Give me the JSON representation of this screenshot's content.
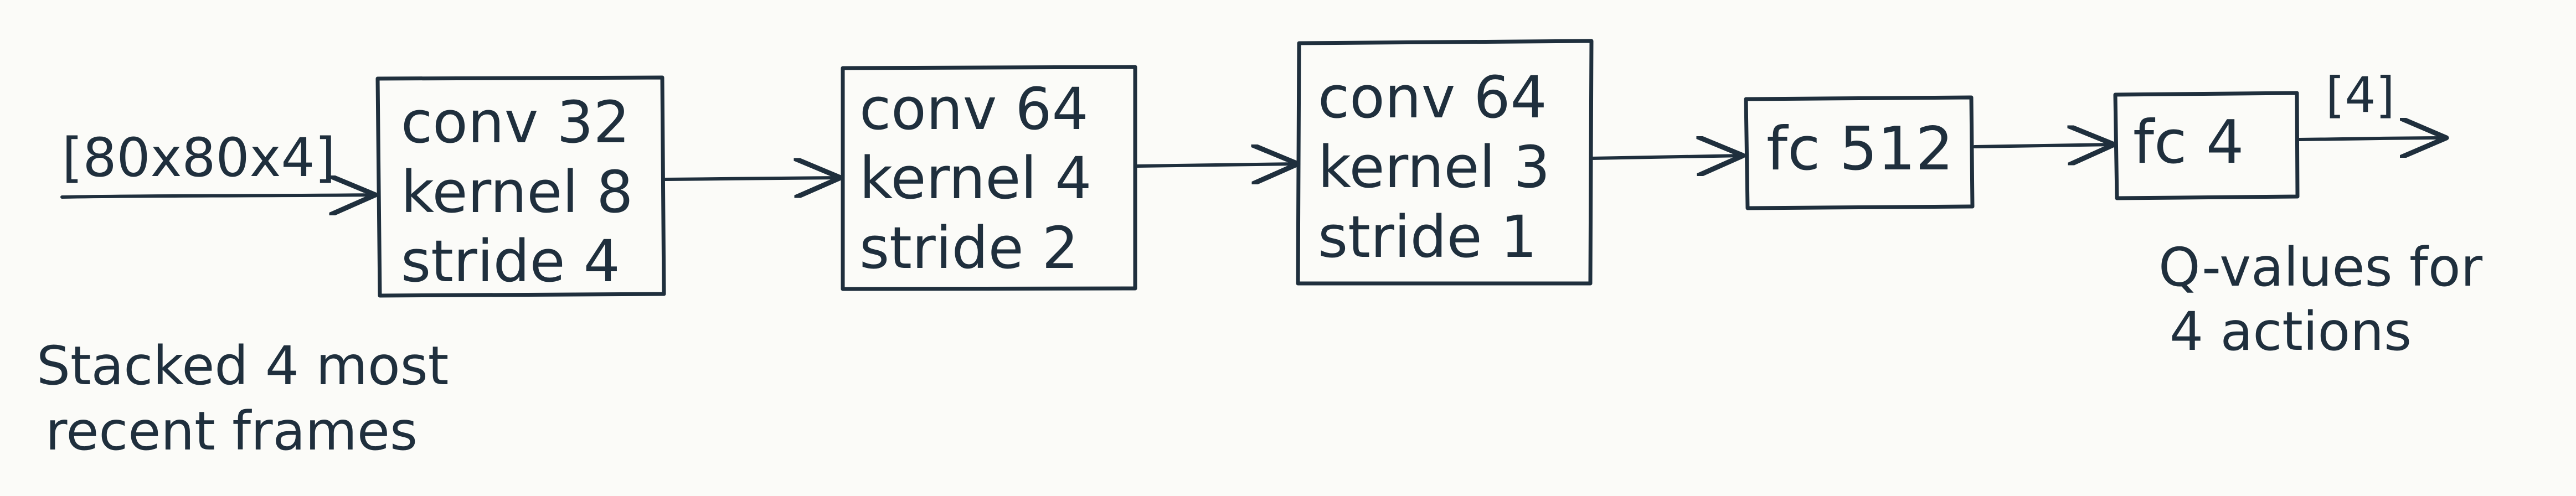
{
  "diagram": {
    "input": {
      "shape_label": "[80x80x4]",
      "note_line_1": "Stacked 4 most",
      "note_line_2": "recent frames"
    },
    "blocks": [
      {
        "lines": [
          "conv 32",
          "kernel 8",
          "stride 4"
        ]
      },
      {
        "lines": [
          "conv 64",
          "kernel 4",
          "stride 2"
        ]
      },
      {
        "lines": [
          "conv 64",
          "kernel 3",
          "stride 1"
        ]
      },
      {
        "lines": [
          "fc 512"
        ]
      },
      {
        "lines": [
          "fc 4"
        ]
      }
    ],
    "output": {
      "shape_label": "[4]",
      "note_line_1": "Q-values for",
      "note_line_2": "4 actions"
    },
    "colors": {
      "ink": "#1f2f3d",
      "paper": "#fbfbf8"
    }
  }
}
